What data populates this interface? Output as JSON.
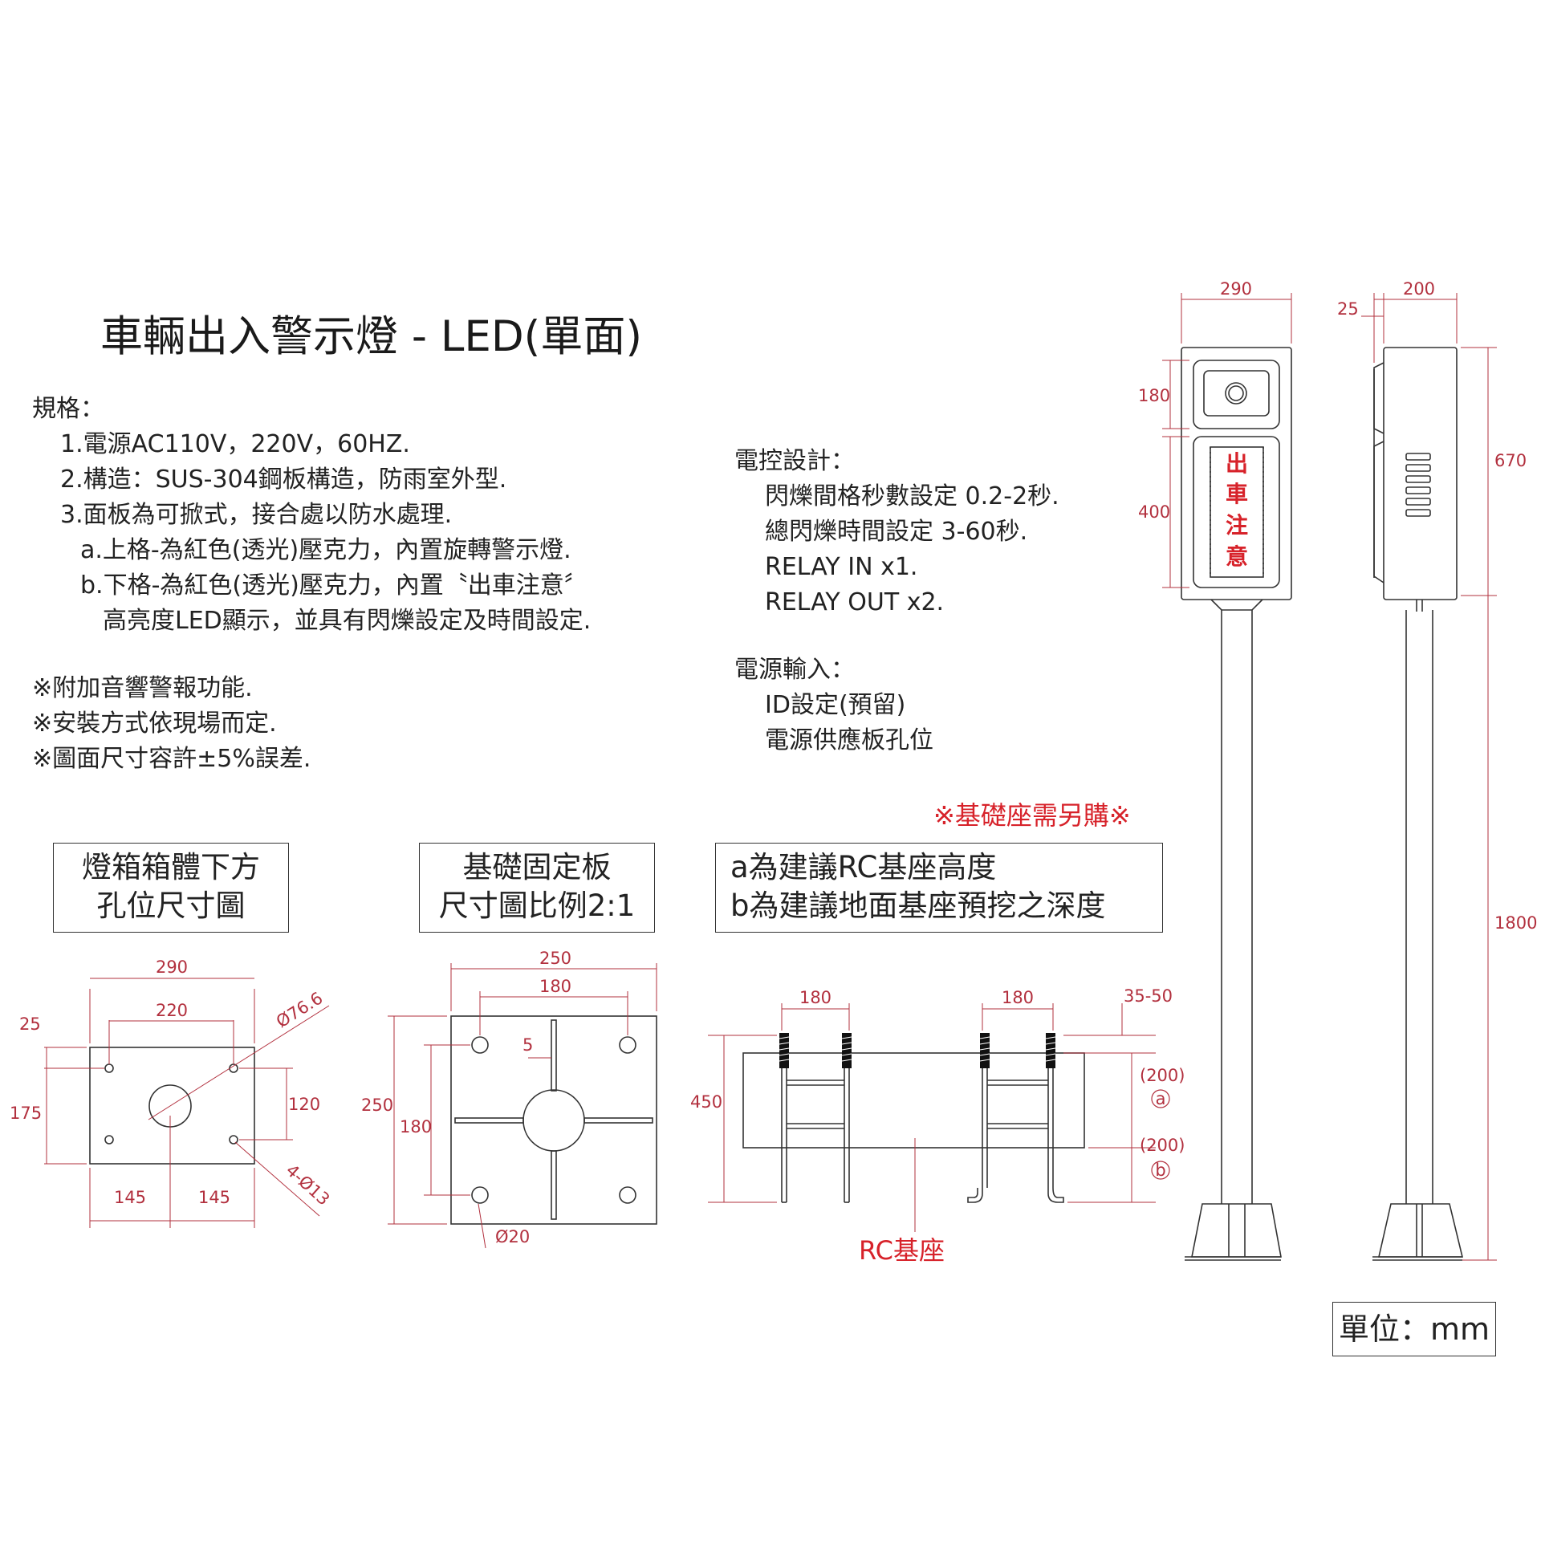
{
  "title": "車輛出入警示燈 - LED(單面)",
  "specs": {
    "heading": "規格：",
    "lines": [
      "1.電源AC110V，220V，60HZ.",
      "2.構造：SUS-304鋼板構造，防雨室外型.",
      "3.面板為可掀式，接合處以防水處理.",
      "a.上格-為紅色(透光)壓克力，內置旋轉警示燈.",
      "b.下格-為紅色(透光)壓克力，內置〝出車注意〞",
      "高亮度LED顯示，並具有閃爍設定及時間設定."
    ],
    "notes": [
      "※附加音響警報功能.",
      "※安裝方式依現場而定.",
      "※圖面尺寸容許±5%誤差."
    ]
  },
  "electrical": {
    "heading": "電控設計：",
    "lines": [
      "閃爍間格秒數設定 0.2-2秒.",
      "總閃爍時間設定 3-60秒.",
      "RELAY IN x1.",
      "RELAY OUT x2."
    ],
    "power_heading": "電源輸入：",
    "power_lines": [
      "ID設定(預留)",
      "電源供應板孔位"
    ]
  },
  "foundation_note": "※基礎座需另購※",
  "box_labels": {
    "box1": [
      "燈箱箱體下方",
      "孔位尺寸圖"
    ],
    "box2": [
      "基礎固定板",
      "尺寸圖比例2:1"
    ],
    "box3": [
      "a為建議RC基座高度",
      "b為建議地面基座預挖之深度"
    ]
  },
  "led_text": [
    "出",
    "車",
    "注",
    "意"
  ],
  "rc_label": "RC基座",
  "unit": "單位：mm",
  "dimensions": {
    "hole_plan": {
      "w290": "290",
      "w220": "220",
      "phi": "Ø76.6",
      "d25": "25",
      "d175": "175",
      "d120": "120",
      "d145a": "145",
      "d145b": "145",
      "holes": "4-Ø13"
    },
    "base_plate": {
      "w250": "250",
      "w180": "180",
      "d5": "5",
      "h250": "250",
      "h180": "180",
      "phi20": "Ø20"
    },
    "rc_base": {
      "w180a": "180",
      "w180b": "180",
      "d3550": "35-50",
      "h450": "450",
      "a200": "(200)",
      "a_mark": "a",
      "b200": "(200)",
      "b_mark": "b"
    },
    "front_view": {
      "w290": "290",
      "h180": "180",
      "h400": "400"
    },
    "side_view": {
      "d25": "25",
      "w200": "200",
      "h670": "670",
      "h1800": "1800"
    }
  },
  "colors": {
    "dimension": "#b2303e",
    "accent_red": "#d7222a",
    "line": "#333333"
  }
}
